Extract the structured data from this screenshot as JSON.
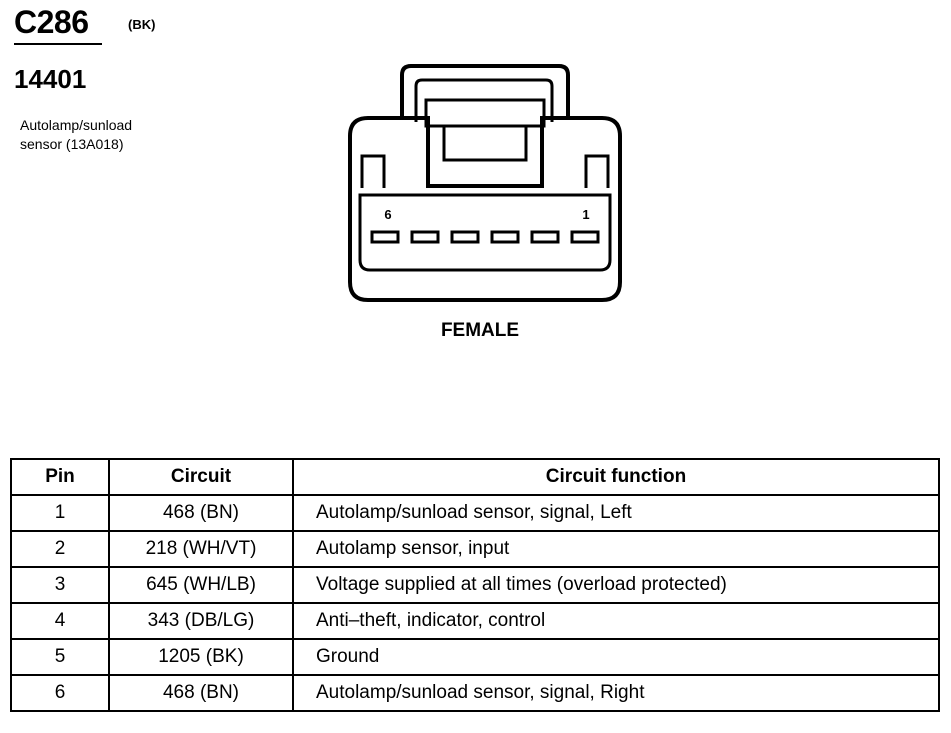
{
  "header": {
    "connector_id": "C286",
    "color_code": "(BK)",
    "part_number": "14401",
    "description_line1": "Autolamp/sunload",
    "description_line2": "sensor (13A018)"
  },
  "connector": {
    "pin_label_left": "6",
    "pin_label_right": "1",
    "cavity_count": 6,
    "gender": "FEMALE"
  },
  "table": {
    "headers": {
      "pin": "Pin",
      "circuit": "Circuit",
      "function": "Circuit function"
    },
    "rows": [
      {
        "pin": "1",
        "circuit": "468 (BN)",
        "function": "Autolamp/sunload sensor, signal, Left"
      },
      {
        "pin": "2",
        "circuit": "218 (WH/VT)",
        "function": "Autolamp sensor, input"
      },
      {
        "pin": "3",
        "circuit": "645 (WH/LB)",
        "function": "Voltage supplied at all times (overload protected)"
      },
      {
        "pin": "4",
        "circuit": "343 (DB/LG)",
        "function": "Anti–theft, indicator, control"
      },
      {
        "pin": "5",
        "circuit": "1205 (BK)",
        "function": "Ground"
      },
      {
        "pin": "6",
        "circuit": "468 (BN)",
        "function": "Autolamp/sunload sensor, signal, Right"
      }
    ]
  }
}
